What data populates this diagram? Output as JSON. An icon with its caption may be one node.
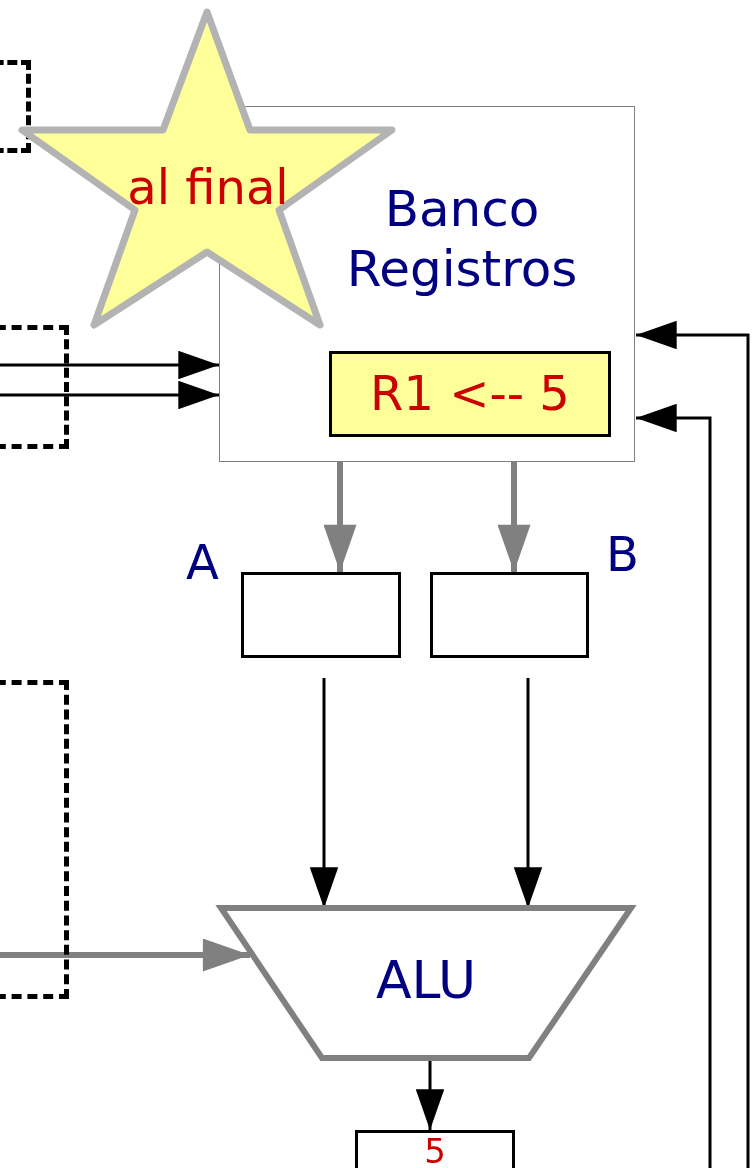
{
  "diagram": {
    "nodes": [
      {
        "text": [
          "Banco Registros"
        ]
      },
      {
        "text": [
          "R1 <-- 5"
        ],
        "in": 0
      },
      {
        "text": [
          "al final"
        ]
      },
      {
        "text": [],
        "shape": "box",
        "beside": [
          "A"
        ]
      },
      {
        "text": [],
        "shape": "box",
        "beside": [
          "B"
        ]
      },
      {
        "text": [
          "ALU"
        ]
      },
      {
        "text": [
          "5"
        ]
      },
      {
        "text": [],
        "shape": "box"
      },
      {
        "text": [],
        "shape": "box"
      },
      {
        "text": [],
        "shape": "box"
      }
    ],
    "edges": [
      {
        "from": 8,
        "to": 0,
        "arrow": "to"
      },
      {
        "from": 8,
        "to": 0,
        "arrow": "to"
      },
      {
        "from": 0,
        "to": 3,
        "arrow": "to",
        "style": "thick",
        "color": "#808080"
      },
      {
        "from": 0,
        "to": 4,
        "arrow": "to",
        "style": "thick",
        "color": "#808080"
      },
      {
        "from": 3,
        "to": 5,
        "arrow": "to"
      },
      {
        "from": 4,
        "to": 5,
        "arrow": "to"
      },
      {
        "from": 9,
        "to": 5,
        "arrow": "to",
        "style": "thick",
        "color": "#808080"
      },
      {
        "from": 5,
        "to": 6,
        "arrow": "to"
      },
      {
        "from": null,
        "to": 0,
        "arrow": "to"
      },
      {
        "from": null,
        "to": 0,
        "arrow": "to"
      }
    ]
  }
}
